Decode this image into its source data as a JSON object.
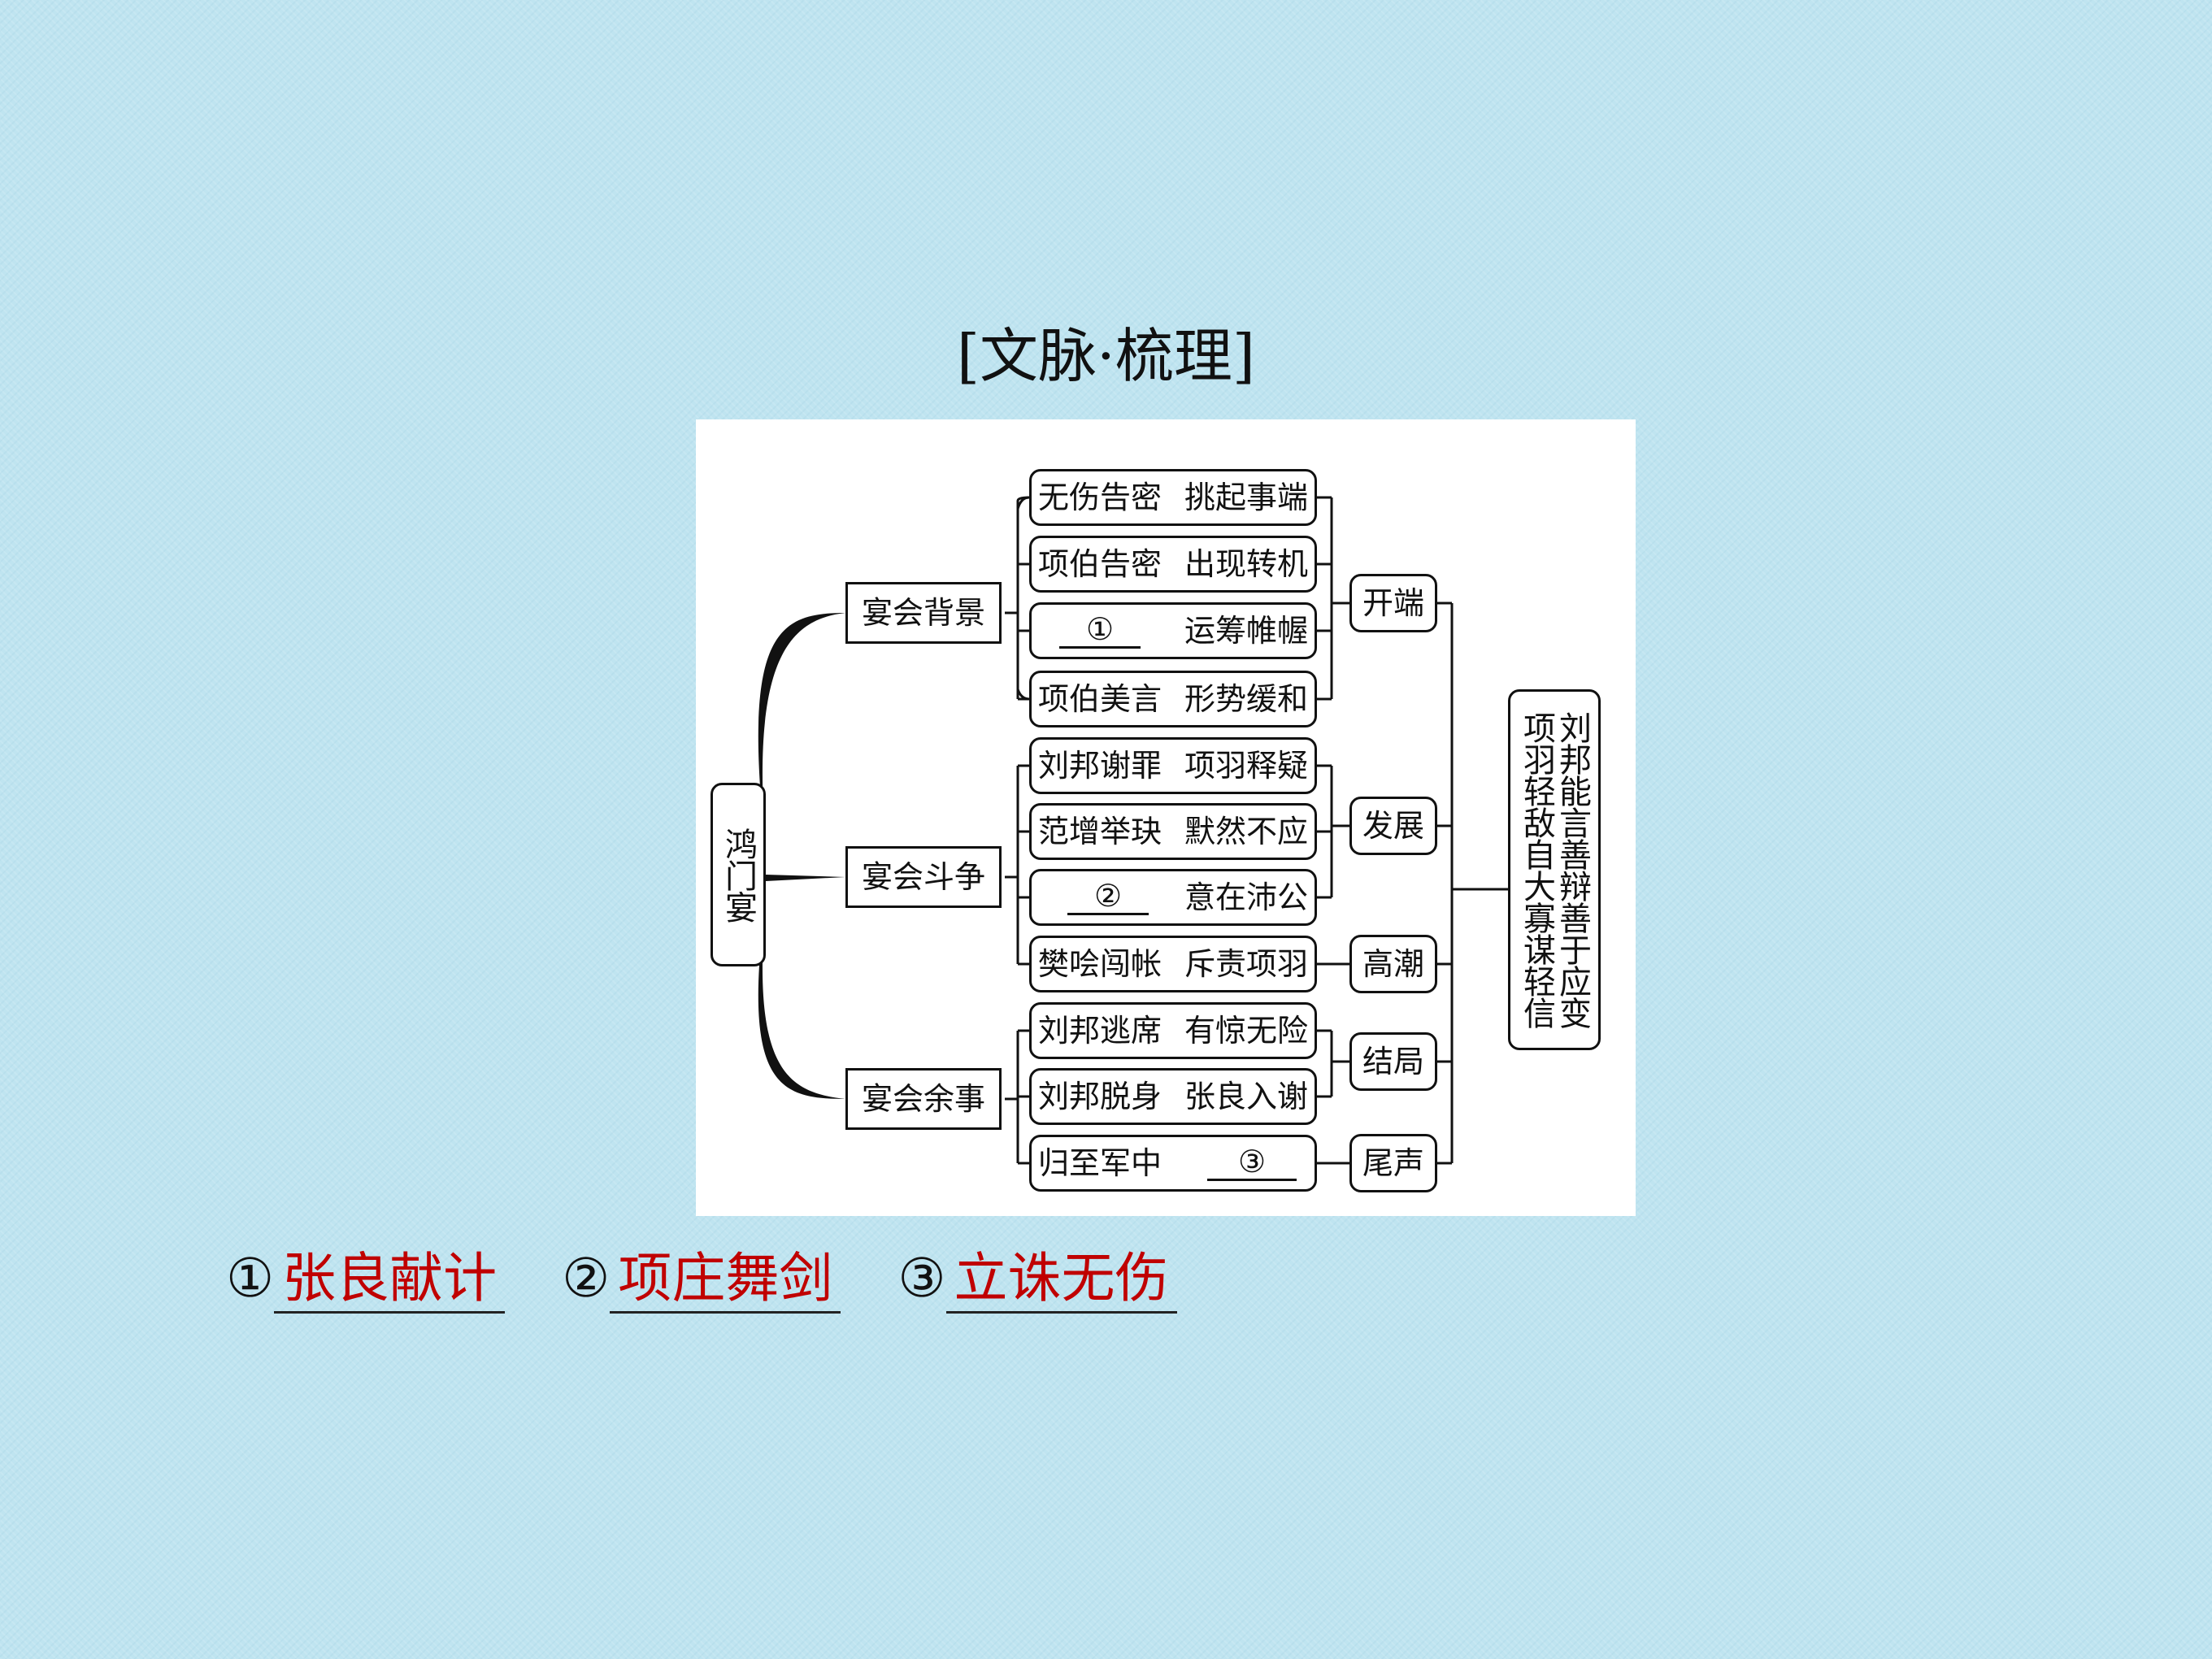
{
  "page": {
    "title": "[文脉·梳理]"
  },
  "diagram": {
    "root": "鸿门宴",
    "groups": [
      {
        "label": "宴会背景"
      },
      {
        "label": "宴会斗争"
      },
      {
        "label": "宴会余事"
      }
    ],
    "leaves": [
      {
        "left": "无伤告密",
        "right": "挑起事端"
      },
      {
        "left": "项伯告密",
        "right": "出现转机"
      },
      {
        "left": "①",
        "right": "运筹帷幄"
      },
      {
        "left": "项伯美言",
        "right": "形势缓和"
      },
      {
        "left": "刘邦谢罪",
        "right": "项羽释疑"
      },
      {
        "left": "范增举玦",
        "right": "默然不应"
      },
      {
        "left": "②",
        "right": "意在沛公"
      },
      {
        "left": "樊哙闯帐",
        "right": "斥责项羽"
      },
      {
        "left": "刘邦逃席",
        "right": "有惊无险"
      },
      {
        "left": "刘邦脱身",
        "right": "张良入谢"
      },
      {
        "left": "归至军中",
        "right": "③"
      }
    ],
    "stages": [
      "开端",
      "发展",
      "高潮",
      "结局",
      "尾声"
    ],
    "summary": {
      "col1": "项羽轻敌自大寡谋轻信",
      "col2": "刘邦能言善辩善于应变"
    }
  },
  "answers": [
    {
      "mark": "①",
      "text": "张良献计"
    },
    {
      "mark": "②",
      "text": "项庄舞剑"
    },
    {
      "mark": "③",
      "text": "立诛无伤"
    }
  ]
}
